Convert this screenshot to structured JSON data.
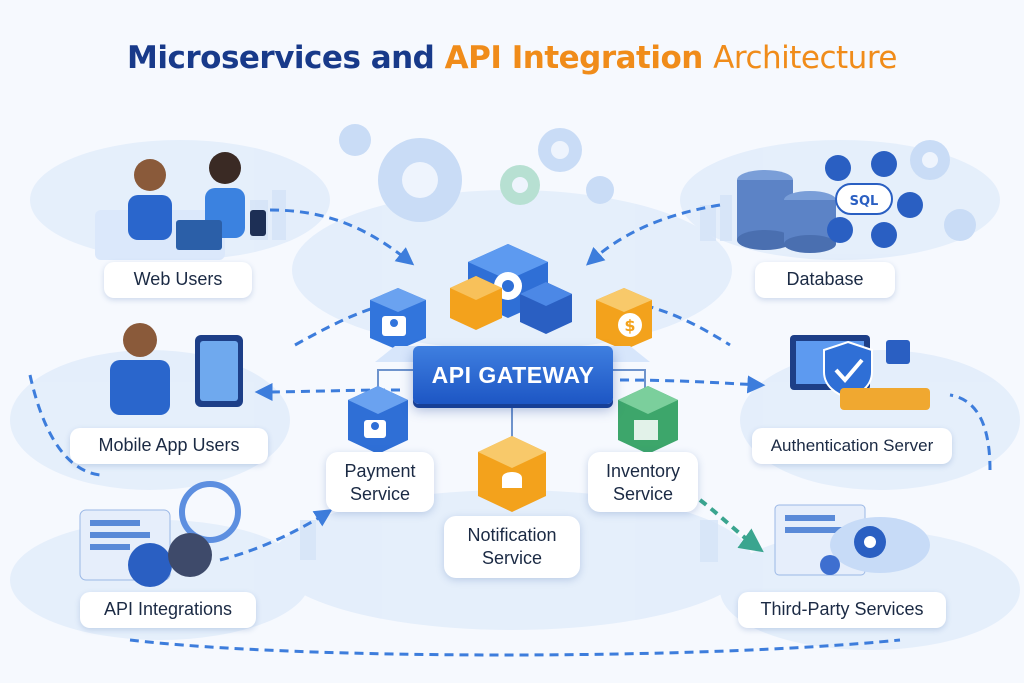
{
  "title": {
    "part1": "Microservices and",
    "part2": "API Integration",
    "part3": "Architecture"
  },
  "center": {
    "gateway_label": "API GATEWAY"
  },
  "services": {
    "payment": [
      "Payment",
      "Service"
    ],
    "notification": [
      "Notification",
      "Service"
    ],
    "inventory": [
      "Inventory",
      "Service"
    ]
  },
  "nodes": {
    "web_users": "Web Users",
    "mobile_users": "Mobile App Users",
    "api_integrations": "API Integrations",
    "database": "Database",
    "auth_server": "Authentication Server",
    "third_party": "Third-Party Services"
  },
  "icons": {
    "database_tag": "SQL",
    "currency": "$"
  },
  "colors": {
    "title_dark": "#183a8a",
    "title_accent": "#f08c1a",
    "cube_blue": "#2f6fd6",
    "cube_orange": "#f3a21c",
    "cube_green": "#3da66b",
    "gateway": "#2a68d6",
    "arrow": "#3d7ddc",
    "arrow_green": "#3aa58f"
  }
}
